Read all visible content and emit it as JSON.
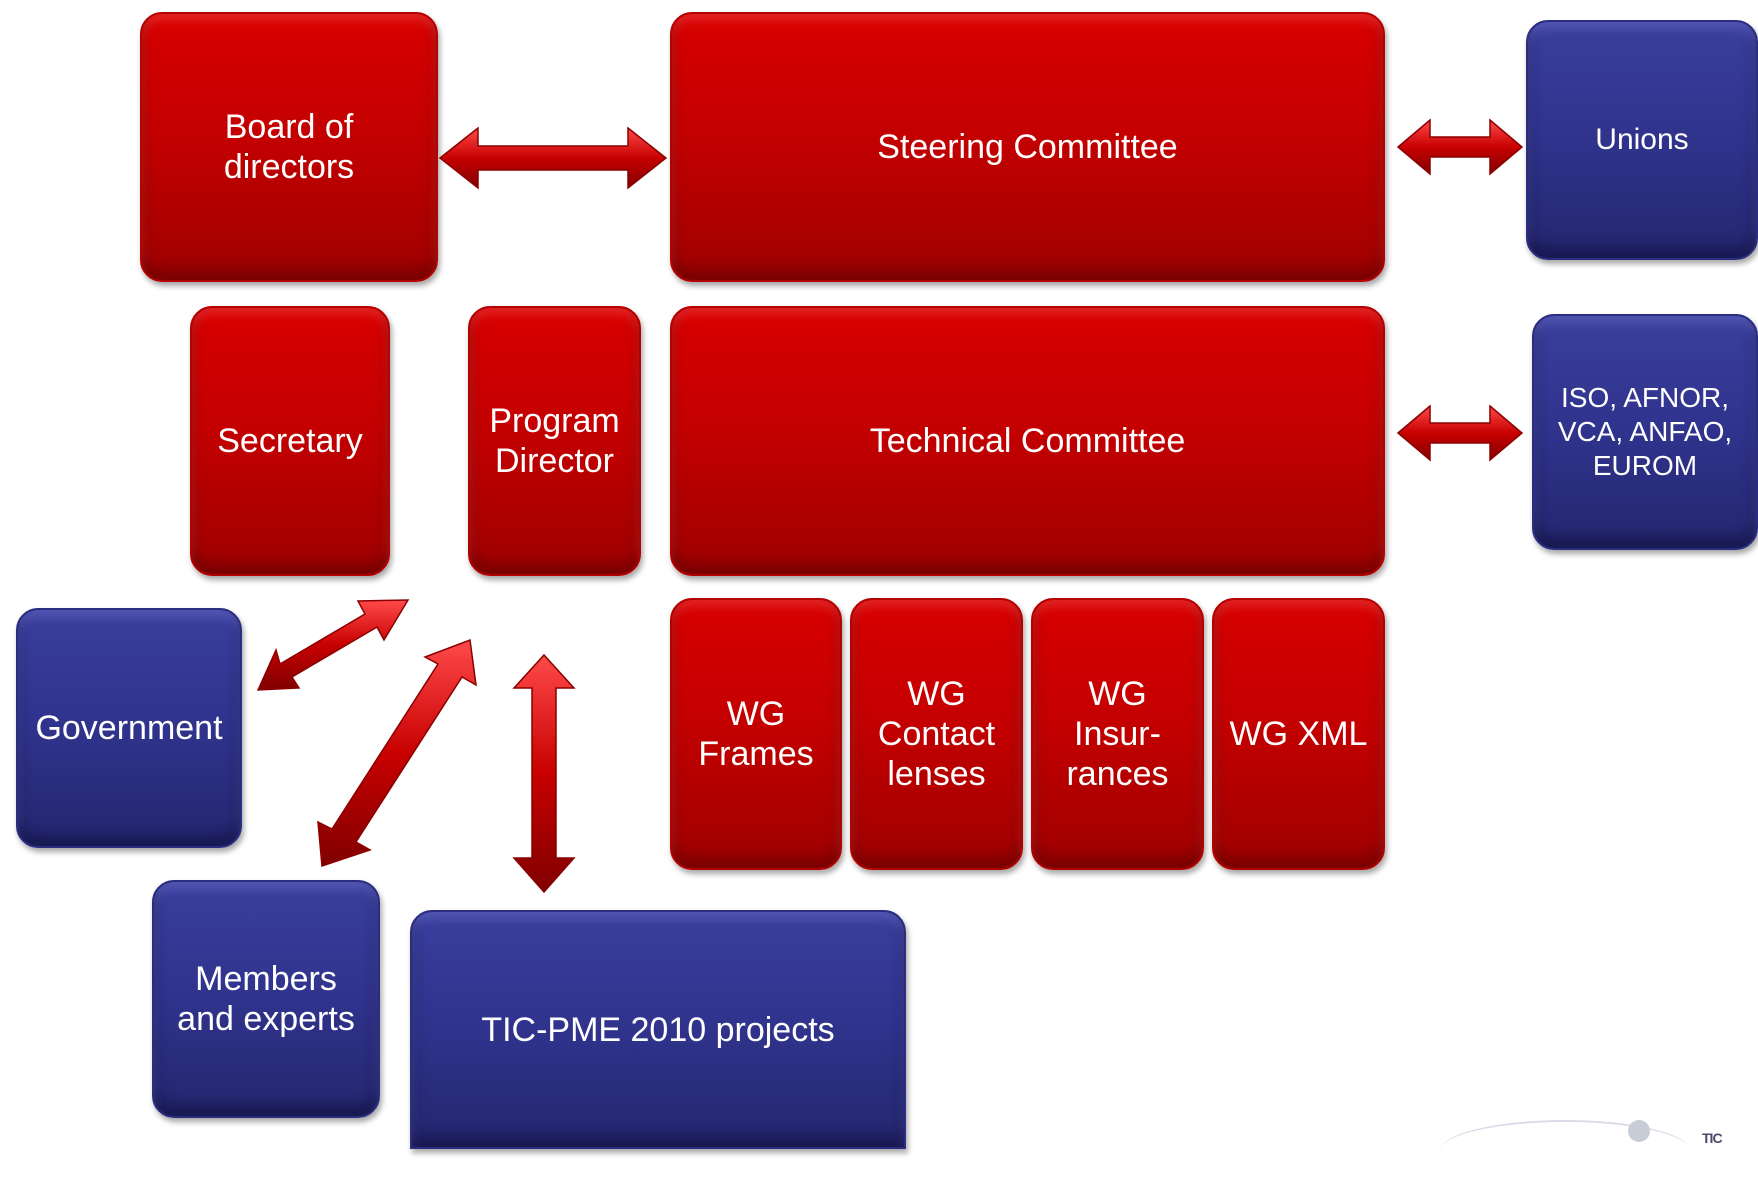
{
  "boxes": {
    "board": "Board of\ndirectors",
    "steering": "Steering Committee",
    "unions": "Unions",
    "secretary": "Secretary",
    "program_director": "Program\nDirector",
    "technical": "Technical Committee",
    "standards": "ISO, AFNOR,\nVCA, ANFAO,\nEUROM",
    "government": "Government",
    "wg_frames": "WG\nFrames",
    "wg_contact": "WG\nContact\nlenses",
    "wg_insurances": "WG\nInsur-\nrances",
    "wg_xml": "WG XML",
    "members": "Members\nand experts",
    "ticpme": "TIC-PME 2010 projects"
  },
  "logo": {
    "text": "TIC"
  },
  "colors": {
    "red": "#c80000",
    "blue": "#30338c",
    "arrow": "#c00000"
  }
}
